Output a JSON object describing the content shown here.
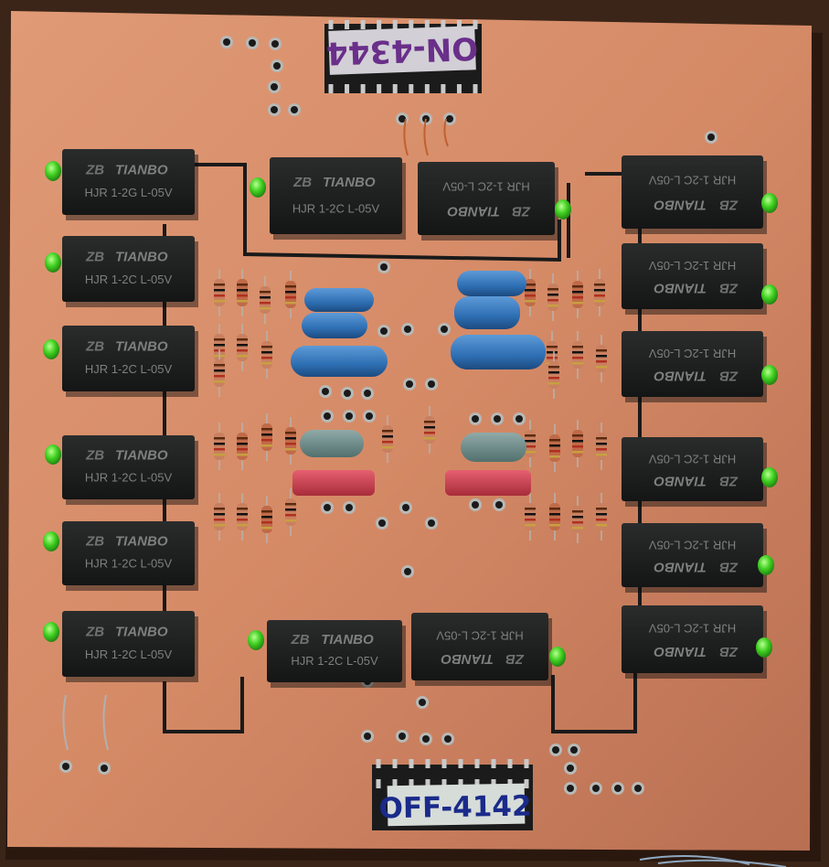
{
  "board": {
    "top_label": "ON-4344",
    "bottom_label": "OFF-4142"
  },
  "relay": {
    "brand": "TIANBO",
    "model_upright": "HJR 1-2C L-05V",
    "model_alt": "HJR 1-2G L-05V",
    "logo_mark": "ZB"
  },
  "colors": {
    "board": "#d9906e",
    "relay_body": "#1d1f1f",
    "led_green": "#3fd020",
    "cap_blue": "#2e6fb3",
    "cap_grey": "#6e8a88",
    "cap_red": "#c8404f"
  }
}
